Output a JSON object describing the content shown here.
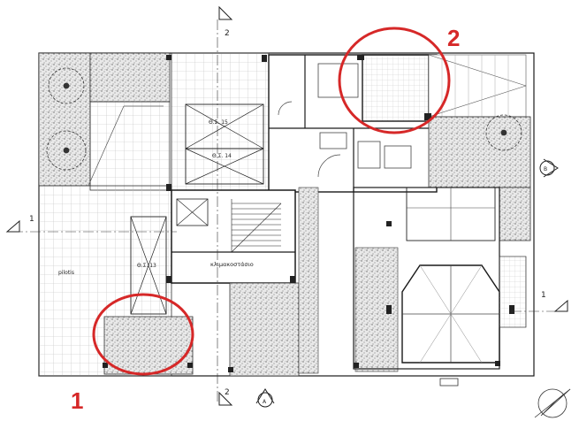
{
  "labels": {
    "section_mark_top": "2",
    "section_mark_bottom": "2",
    "section_mark_left": "1",
    "section_mark_right": "1",
    "level_upper": "Θ.Σ. 15",
    "level_mid": "Θ.Σ. 14",
    "level_stair": "Θ.Σ. 13",
    "pilotis": "pilotis",
    "stairwell": "κλιμακοστάσιο",
    "north_arrow_letter": "A",
    "east_arrow_letter": "B"
  },
  "callouts": {
    "one": "1",
    "two": "2"
  },
  "colors": {
    "line": "#1a1a1a",
    "callout": "#d62828",
    "hatch": "#9a9a9a"
  },
  "icons": [
    "tree-icon",
    "north-arrow-icon",
    "section-marker-icon"
  ]
}
